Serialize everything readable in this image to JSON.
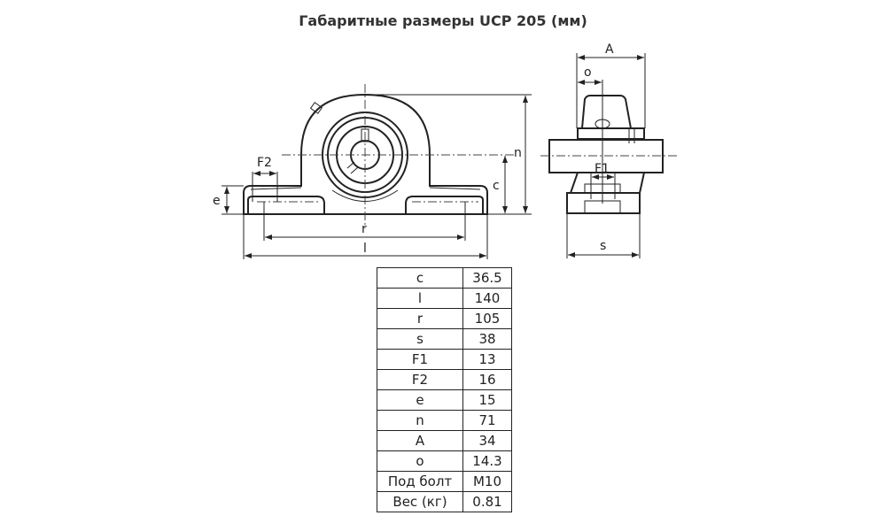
{
  "title": "Габаритные размеры UCP 205 (мм)",
  "labels": {
    "F2": "F2",
    "e": "e",
    "c": "c",
    "n": "n",
    "r": "r",
    "l": "l",
    "A": "A",
    "o": "o",
    "F1": "F1",
    "s": "s"
  },
  "table": [
    {
      "param": "c",
      "value": "36.5"
    },
    {
      "param": "l",
      "value": "140"
    },
    {
      "param": "r",
      "value": "105"
    },
    {
      "param": "s",
      "value": "38"
    },
    {
      "param": "F1",
      "value": "13"
    },
    {
      "param": "F2",
      "value": "16"
    },
    {
      "param": "e",
      "value": "15"
    },
    {
      "param": "n",
      "value": "71"
    },
    {
      "param": "A",
      "value": "34"
    },
    {
      "param": "o",
      "value": "14.3"
    },
    {
      "param": "Под болт",
      "value": "M10"
    },
    {
      "param": "Вес (кг)",
      "value": "0.81"
    }
  ]
}
